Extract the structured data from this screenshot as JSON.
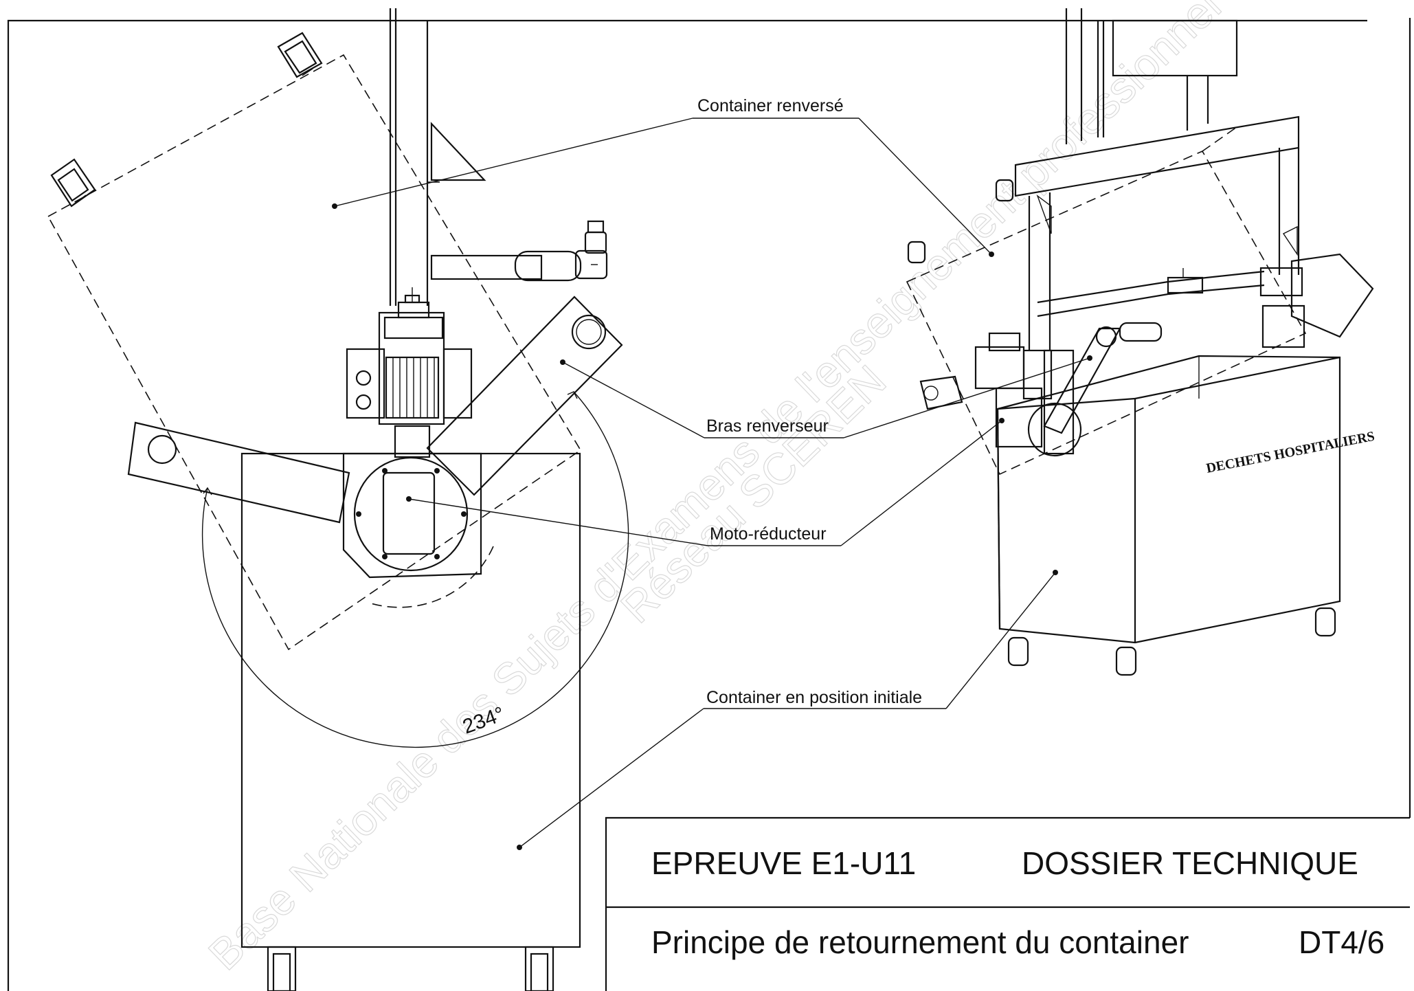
{
  "labels": {
    "container_reverse": "Container renversé",
    "arm": "Bras renverseur",
    "gearmotor": "Moto-réducteur",
    "container_initial": "Container en position initiale"
  },
  "angle_label": "234°",
  "container_print": "DECHETS HOSPITALIERS",
  "watermark": {
    "line1": "Base Nationale des Sujets d'Examens de l'enseignement professionnel",
    "line2": "Réseau SCEREN"
  },
  "title_block": {
    "exam": "EPREUVE E1-U11",
    "dossier": "DOSSIER TECHNIQUE",
    "subject": "Principe de retournement du container",
    "page": "DT4/6"
  }
}
